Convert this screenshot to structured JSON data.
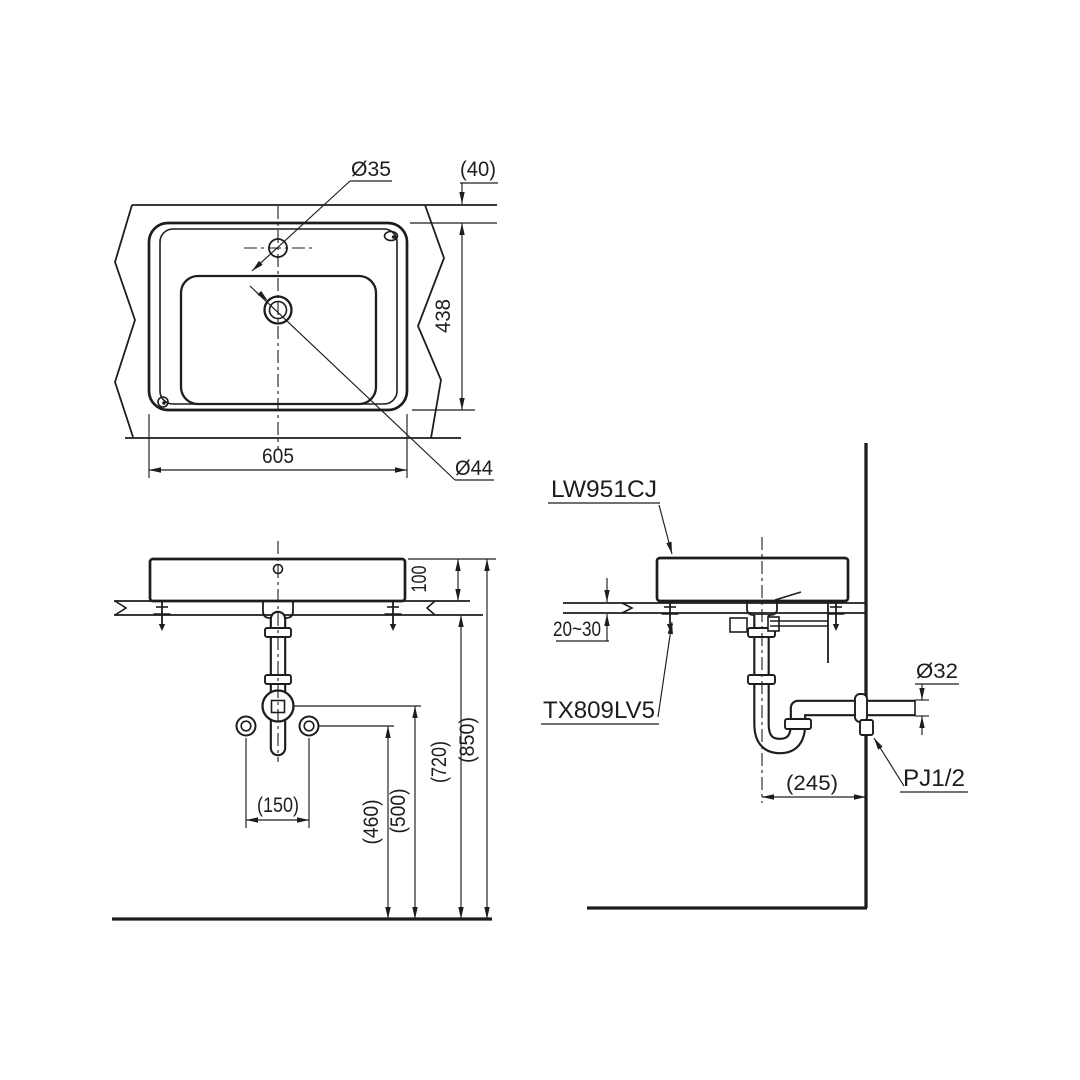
{
  "meta": {
    "drawing_type": "washbasin installation drawing",
    "background_color": "#ffffff",
    "line_color": "#1d1d1f"
  },
  "labels": {
    "model": "LW951CJ",
    "trap_model": "TX809LV5",
    "supply_thread": "PJ1/2"
  },
  "top_view": {
    "faucet_hole_dia": "Ø35",
    "rim_offset": "(40)",
    "depth": "438",
    "width": "605",
    "drain_dia": "Ø44"
  },
  "front_view": {
    "rim_height": "100",
    "floor_to_rim": "(850)",
    "floor_to_counter": "(720)",
    "floor_to_trap": "(500)",
    "floor_to_supply": "(460)",
    "supply_spacing": "(150)"
  },
  "side_view": {
    "counter_thickness": "20~30",
    "outlet_pipe_dia": "Ø32",
    "drain_to_wall": "(245)"
  }
}
